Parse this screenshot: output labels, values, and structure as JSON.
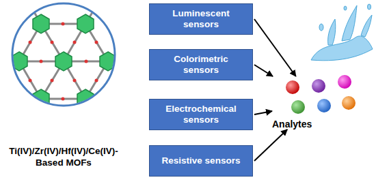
{
  "diagram": {
    "nodes": [
      {
        "text": [
          "Ti(IV)/Zr(IV)/Hf(IV)/Ce(IV)- Based MOFs"
        ]
      },
      {
        "text": [
          "Luminescent sensors"
        ]
      },
      {
        "text": [
          "Colorimetric sensors"
        ]
      },
      {
        "text": [
          "Electrochemical sensors"
        ]
      },
      {
        "text": [
          "Resistive sensors"
        ]
      },
      {
        "text": [
          "Analytes"
        ]
      }
    ],
    "edges": [
      {
        "from": 1,
        "to": 5,
        "arrow": "to"
      },
      {
        "from": 2,
        "to": 5,
        "arrow": "to"
      },
      {
        "from": 3,
        "to": 5,
        "arrow": "to"
      },
      {
        "from": 4,
        "to": 5,
        "arrow": "to"
      }
    ]
  }
}
